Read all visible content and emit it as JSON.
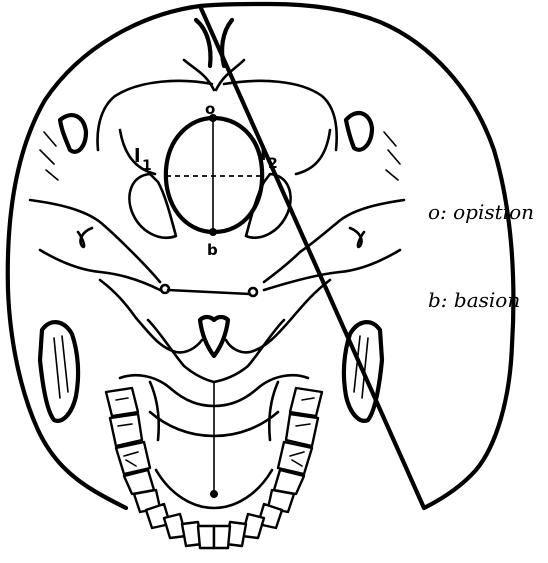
{
  "labels": {
    "opistion_point": "o",
    "basion_point": "b",
    "l1_main": "l",
    "l1_sub": "1",
    "l2_main": "l",
    "l2_sub": "2"
  },
  "legend": {
    "opistion": "o: opistion",
    "basion": "b: basion"
  },
  "icons": [
    "skull-inferior-view-drawing"
  ]
}
